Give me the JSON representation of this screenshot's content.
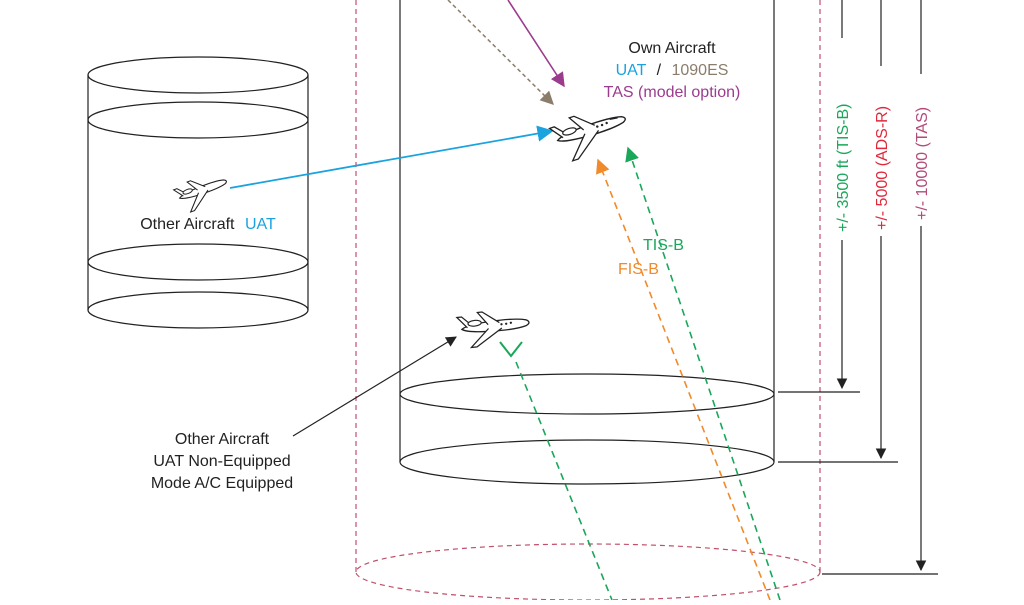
{
  "colors": {
    "uat": "#1aa3df",
    "es1090": "#8a7d6b",
    "tas": "#9b3b8e",
    "tisb": "#1aa75a",
    "fisb": "#f08a2a",
    "adsr": "#e0283a",
    "tasRange": "#b24a7a",
    "line": "#222222",
    "dashedCyl": "#c0506a"
  },
  "own": {
    "title": "Own Aircraft",
    "uat": "UAT",
    "sep": "/",
    "es": "1090ES",
    "tas": "TAS (model option)"
  },
  "other_uat": {
    "label": "Other Aircraft",
    "uat": "UAT"
  },
  "other_nonequipped": {
    "line1": "Other Aircraft",
    "line2": "UAT Non-Equipped",
    "line3": "Mode A/C Equipped"
  },
  "links": {
    "tisb": "TIS-B",
    "fisb": "FIS-B"
  },
  "ranges": {
    "tisb": "+/- 3500 ft (TIS-B)",
    "adsr": "+/- 5000 (ADS-R)",
    "tas": "+/- 10000 (TAS)"
  }
}
